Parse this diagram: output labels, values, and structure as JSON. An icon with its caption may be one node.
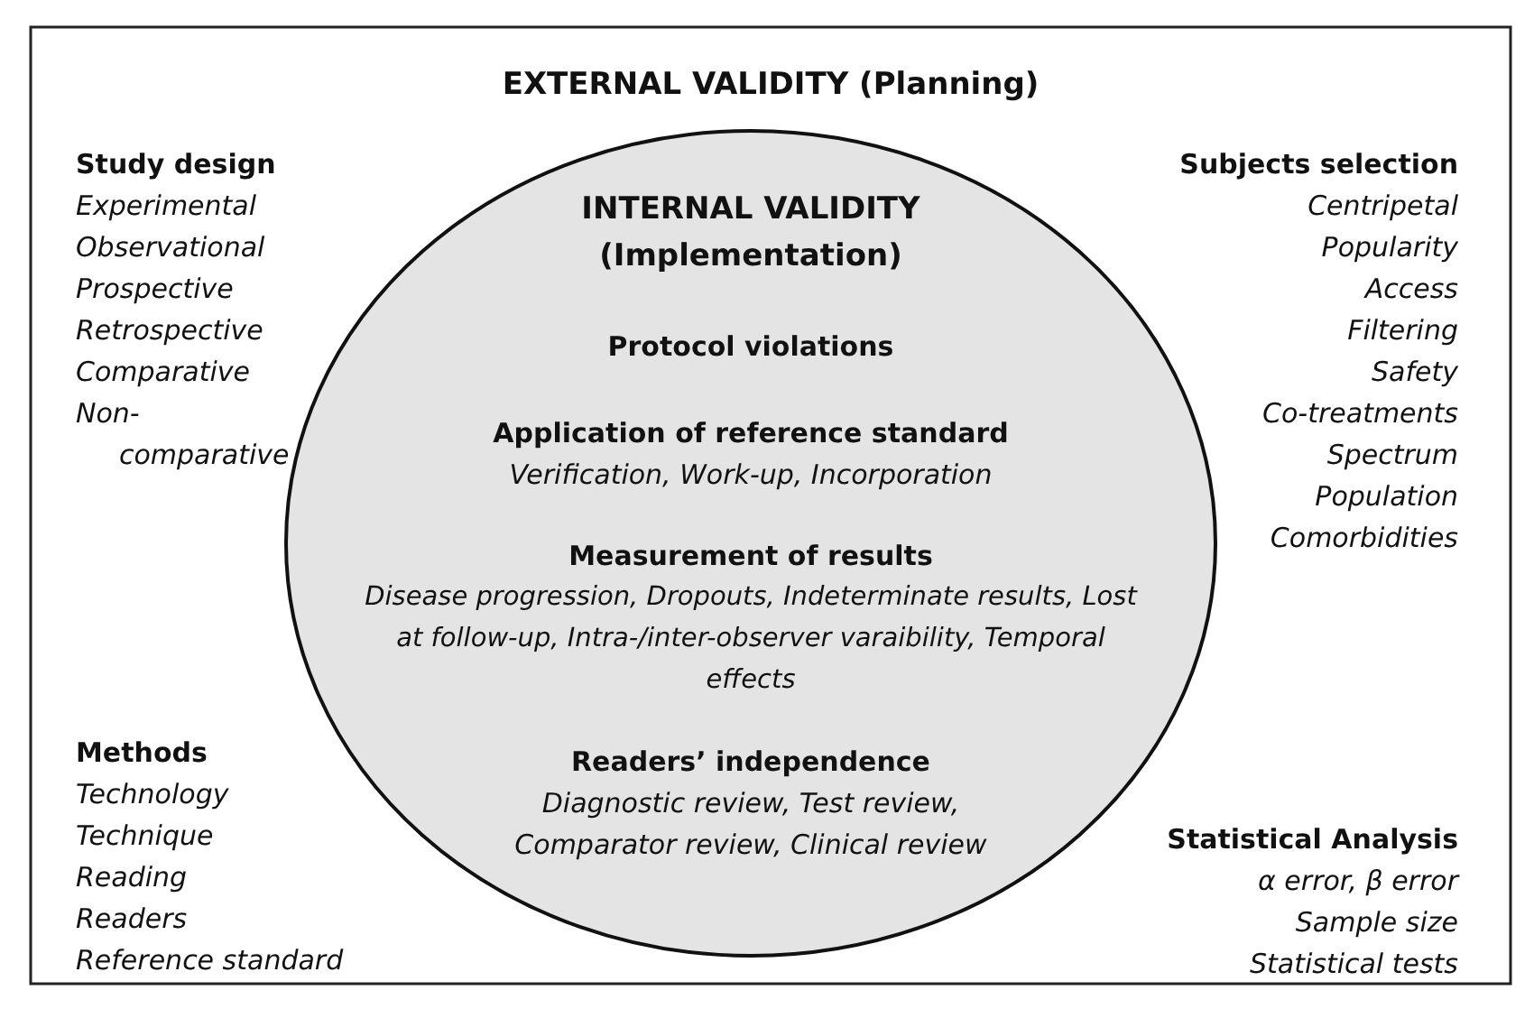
{
  "diagram": {
    "nodes": [
      {
        "text": [
          "EXTERNAL VALIDITY (Planning)"
        ]
      },
      {
        "text": [
          "INTERNAL VALIDITY (Implementation)",
          "Protocol violations",
          "Application of reference standard",
          "Verification, Work-up, Incorporation",
          "Measurement of results",
          "Disease progression, Dropouts, Indeterminate results, Lost at follow-up, Intra-/inter-observer varaibility, Temporal effects",
          "Readers’ independence",
          "Diagnostic review, Test review, Comparator review, Clinical review"
        ],
        "in": 0
      }
    ],
    "edges": [],
    "labels": [
      "Study design",
      "Experimental",
      "Observational",
      "Prospective",
      "Retrospective",
      "Comparative",
      "Non- comparative",
      "Subjects selection",
      "Centripetal",
      "Popularity",
      "Access",
      "Filtering",
      "Safety",
      "Co-treatments",
      "Spectrum",
      "Population",
      "Comorbidities",
      "Methods",
      "Technology",
      "Technique",
      "Reading",
      "Readers",
      "Reference standard",
      "Statistical Analysis",
      "α error, β error",
      "Sample size",
      "Statistical tests"
    ]
  }
}
